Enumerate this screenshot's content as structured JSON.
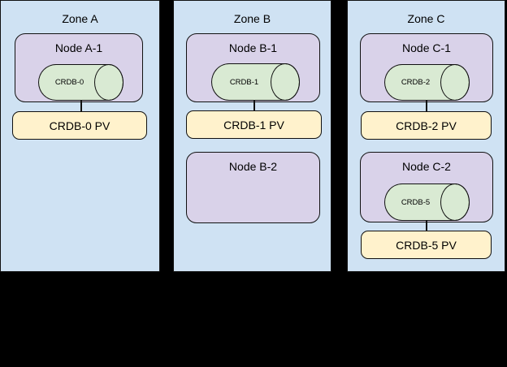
{
  "colors": {
    "background": "#000000",
    "zone_fill": "#cfe2f3",
    "node_fill": "#d9d2e9",
    "db_fill": "#d9ead3",
    "pv_fill": "#fff2cc",
    "border": "#111111",
    "text": "#000000"
  },
  "zones": [
    {
      "label": "Zone A",
      "nodes": [
        {
          "label": "Node A-1",
          "db": {
            "label": "CRDB-0"
          },
          "pv": {
            "label": "CRDB-0 PV"
          }
        }
      ]
    },
    {
      "label": "Zone B",
      "nodes": [
        {
          "label": "Node B-1",
          "db": {
            "label": "CRDB-1"
          },
          "pv": {
            "label": "CRDB-1 PV"
          }
        },
        {
          "label": "Node B-2"
        }
      ]
    },
    {
      "label": "Zone C",
      "nodes": [
        {
          "label": "Node C-1",
          "db": {
            "label": "CRDB-2"
          },
          "pv": {
            "label": "CRDB-2 PV"
          }
        },
        {
          "label": "Node C-2",
          "db": {
            "label": "CRDB-5"
          },
          "pv": {
            "label": "CRDB-5 PV"
          }
        }
      ]
    }
  ]
}
